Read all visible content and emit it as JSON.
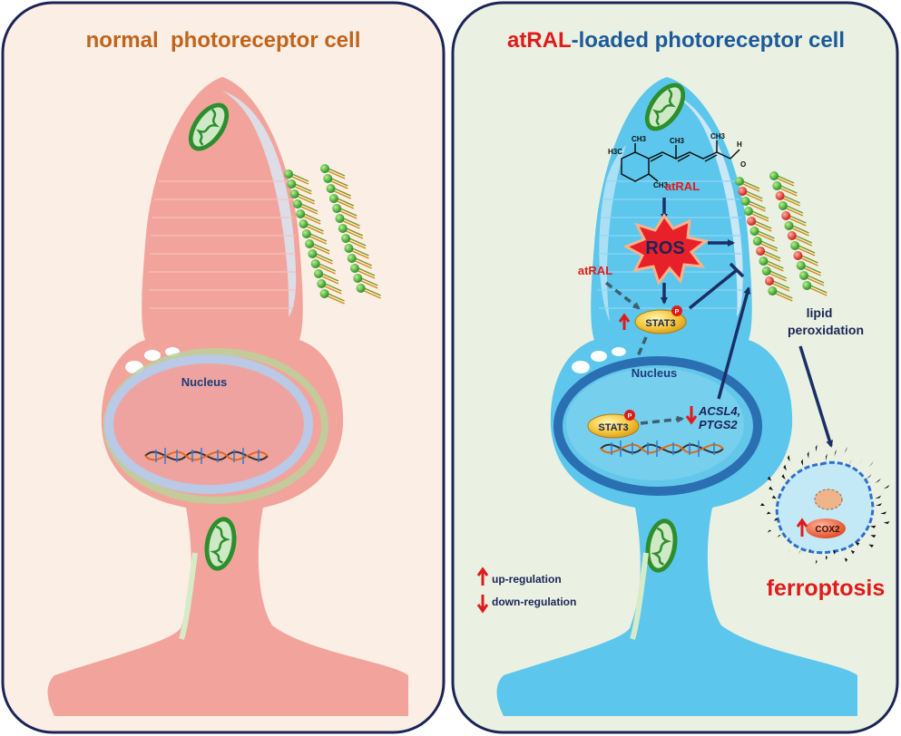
{
  "panels": {
    "left": {
      "title": "normal  photoreceptor cell",
      "nucleus_label": "Nucleus"
    },
    "right": {
      "title_prefix": "atRAL",
      "title_suffix": "-loaded photoreceptor cell",
      "nucleus_label": "Nucleus",
      "ros_label": "ROS",
      "atral_label_top": "atRAL",
      "atral_label_side": "atRAL",
      "stat3_upper": "STAT3",
      "stat3_lower": "STAT3",
      "phospho_mark": "P",
      "gene_line1": "ACSL4,",
      "gene_line2": "PTGS2",
      "lipid_line1": "lipid",
      "lipid_line2": "peroxidation",
      "cox2_label": "COX2",
      "ferroptosis_label": "ferroptosis",
      "legend_up": "up-regulation",
      "legend_down": "down-regulation",
      "molecule_labels": {
        "h3c": "H3C",
        "ch3_a": "CH3",
        "ch3_b": "CH3",
        "ch3_c": "CH3",
        "ch3_d": "CH3",
        "h": "H",
        "o": "O"
      }
    }
  },
  "colors": {
    "left_bg": "#fbeee4",
    "right_bg": "#eaf1e2",
    "panel_border": "#1b2456",
    "left_cell": "#f2a49c",
    "right_cell": "#5cc6ec",
    "left_title": "#c0641c",
    "right_title_accent": "#e01b1b",
    "right_title": "#1c5a9a",
    "arrow": "#1b2e66",
    "dashed_arrow": "#3e5f70",
    "ros_star": "#e8202a",
    "ferroptosis": "#e01b1b",
    "up_arrow": "#e01b1b"
  }
}
